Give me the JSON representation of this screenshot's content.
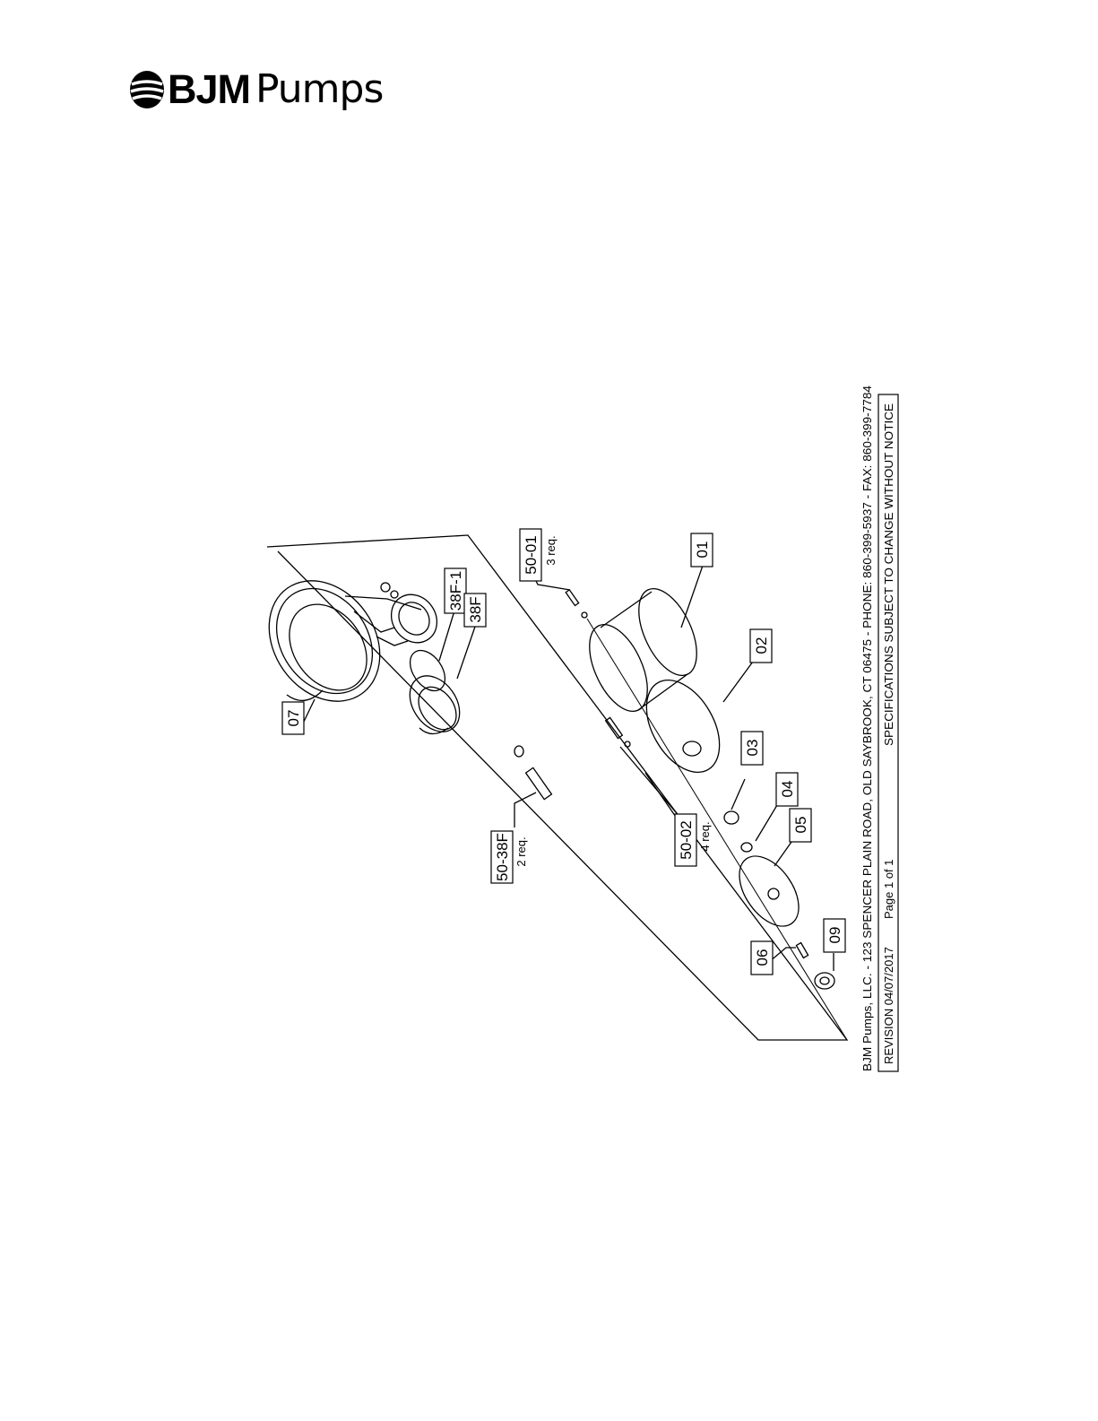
{
  "brand": {
    "bold": "BJM",
    "light": "Pumps"
  },
  "callouts": {
    "c07": "07",
    "c38f1": "38F-1",
    "c38f": "38F",
    "c5038f": "50-38F",
    "c5038f_req": "2 req.",
    "c5001": "50-01",
    "c5001_req": "3 req.",
    "c01": "01",
    "c02": "02",
    "c03": "03",
    "c04": "04",
    "c05": "05",
    "c5002": "50-02",
    "c5002_req": "4 req.",
    "c06": "06",
    "c09": "09"
  },
  "footer": {
    "address": "BJM Pumps, LLC. - 123 SPENCER PLAIN ROAD, OLD SAYBROOK, CT 06475 - PHONE: 860-399-5937 - FAX: 860-399-7784",
    "revision": "REVISION 04/07/2017",
    "page": "Page 1 of 1",
    "notice": "SPECIFICATIONS SUBJECT TO CHANGE WITHOUT NOTICE"
  }
}
